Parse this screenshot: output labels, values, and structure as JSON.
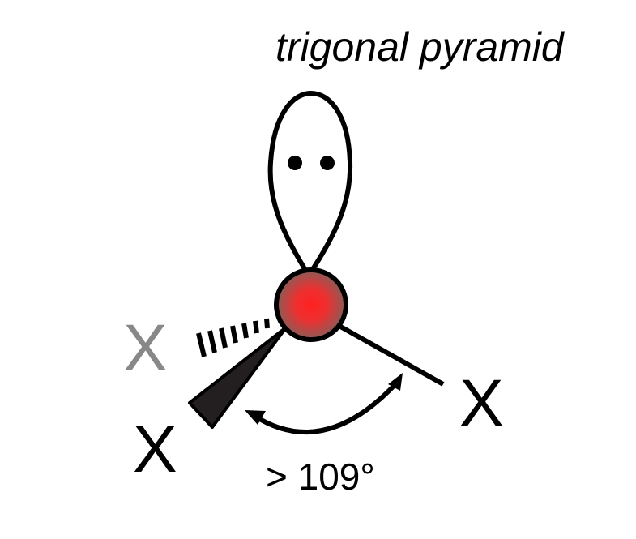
{
  "title": "trigonal pyramid",
  "substituents": {
    "behind": "X",
    "wedge": "X",
    "right": "X"
  },
  "angle_label": "> 109°",
  "colors": {
    "central_atom": "#ff2a2a",
    "behind_label": "#888888",
    "front_label": "#000000"
  }
}
